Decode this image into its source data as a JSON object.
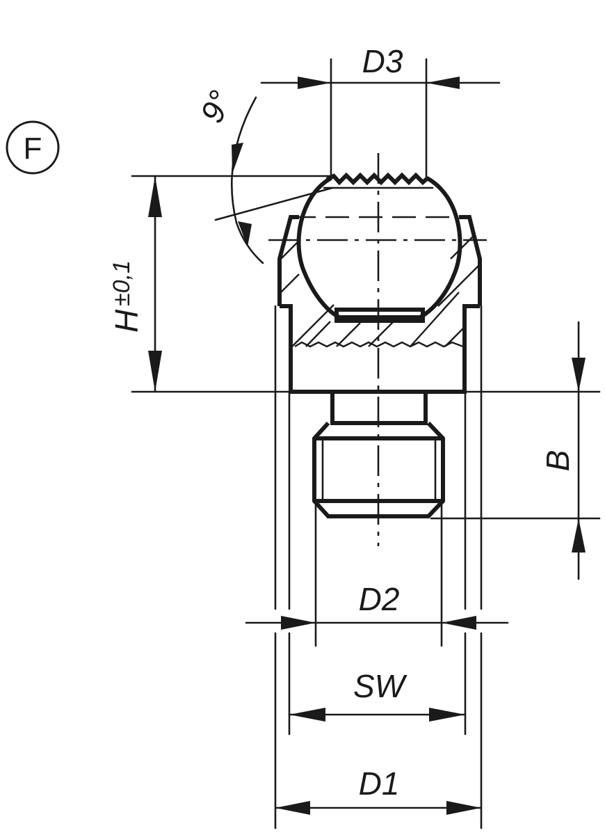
{
  "drawing": {
    "title": "Technical drawing – variant F (threaded pad with serrated ball, hex body)",
    "view_marker": "F",
    "stroke_color": "#1a1a1a",
    "background_color": "#ffffff"
  },
  "dimensions": {
    "d3": {
      "label": "D3"
    },
    "angle": {
      "label": "9°"
    },
    "h": {
      "label": "H",
      "tolerance": "±0,1"
    },
    "b": {
      "label": "B"
    },
    "d2": {
      "label": "D2"
    },
    "sw": {
      "label": "SW"
    },
    "d1": {
      "label": "D1"
    }
  }
}
